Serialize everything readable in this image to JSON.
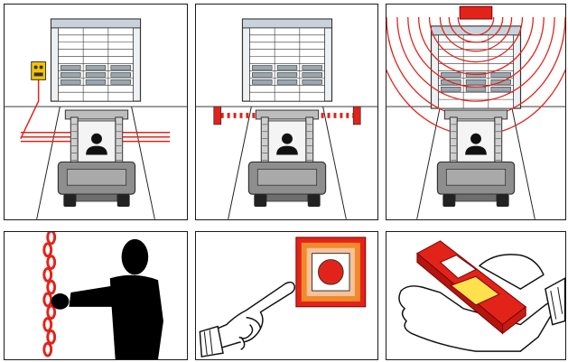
{
  "panels": [
    {
      "id": "loop-sensor",
      "icon": "induction-loop-sensor-icon"
    },
    {
      "id": "light-barrier",
      "icon": "light-barrier-icon"
    },
    {
      "id": "radar-detector",
      "icon": "radar-motion-detector-icon"
    },
    {
      "id": "pull-cord",
      "icon": "pull-cord-switch-icon"
    },
    {
      "id": "push-button",
      "icon": "push-button-icon"
    },
    {
      "id": "radio-remote",
      "icon": "radio-remote-control-icon"
    }
  ],
  "colors": {
    "accent_red": "#e2231a",
    "door_frame": "#c9d2da",
    "door_window": "#9aa7b1",
    "forklift_gray": "#8e8e8e",
    "sensor_yellow": "#f5c400",
    "button_orange": "#f08a2a",
    "button_peach": "#f6c29a",
    "remote_yellow": "#ffe14d"
  }
}
